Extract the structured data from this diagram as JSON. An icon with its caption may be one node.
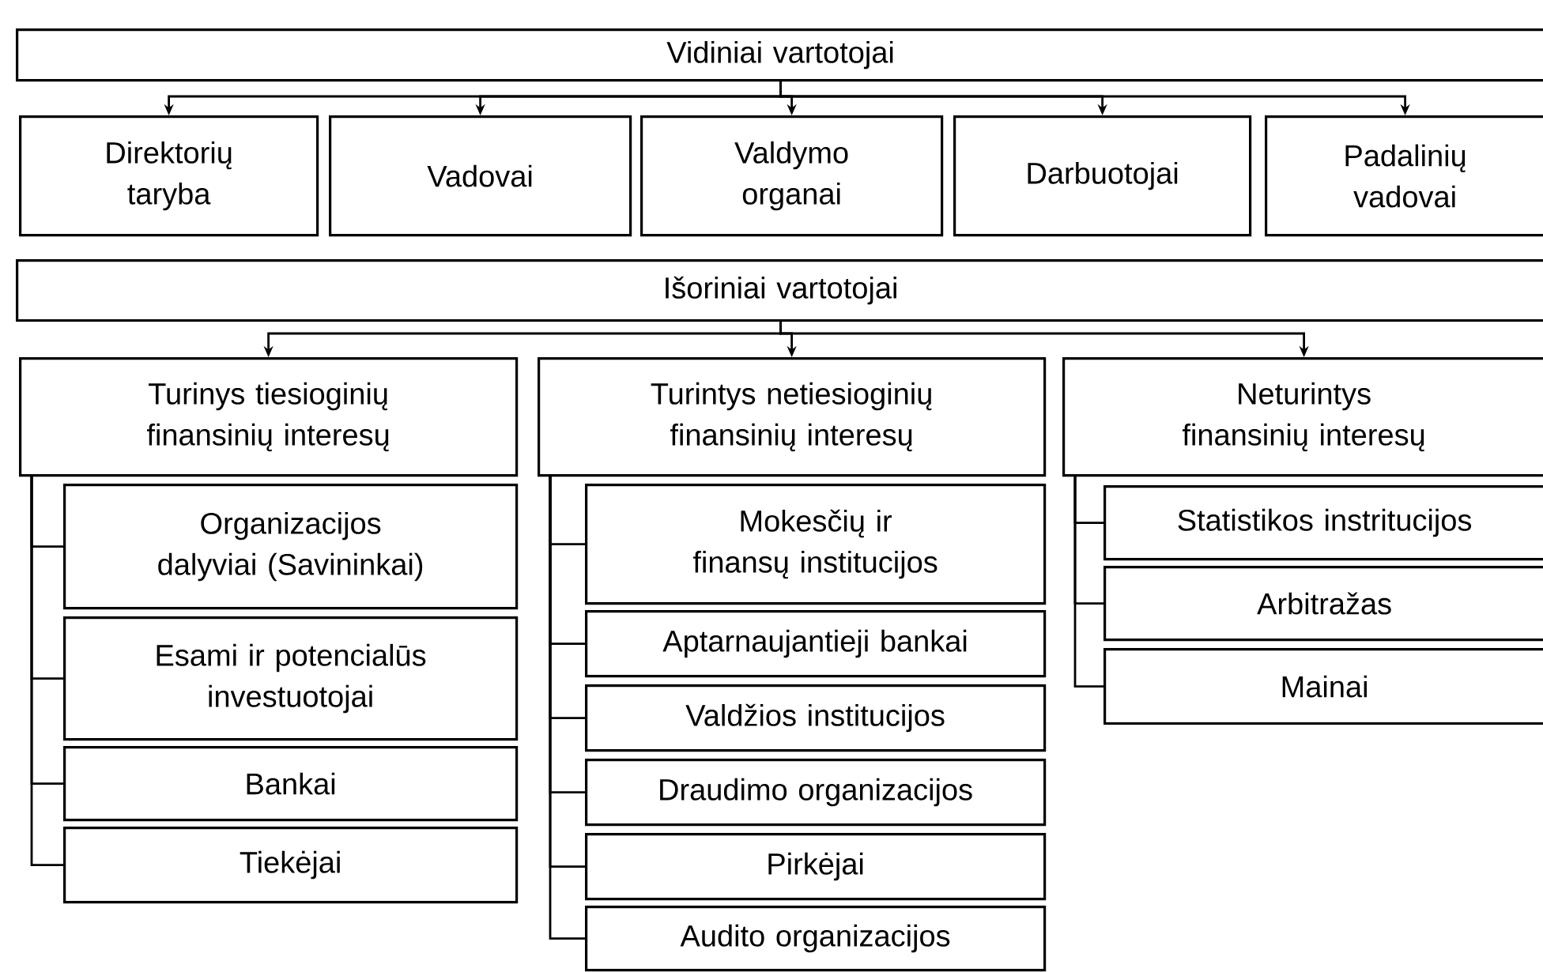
{
  "diagram": {
    "nodes": [
      {
        "text": [
          "Vidiniai vartotojai"
        ]
      },
      {
        "text": [
          "Direktorių taryba"
        ]
      },
      {
        "text": [
          "Vadovai"
        ]
      },
      {
        "text": [
          "Valdymo organai"
        ]
      },
      {
        "text": [
          "Darbuotojai"
        ]
      },
      {
        "text": [
          "Padalinių vadovai"
        ]
      },
      {
        "text": [
          "Išoriniai vartotojai"
        ]
      },
      {
        "text": [
          "Turinys tiesioginių finansinių interesų"
        ]
      },
      {
        "text": [
          "Turintys netiesioginių finansinių interesų"
        ]
      },
      {
        "text": [
          "Neturintys finansinių interesų"
        ]
      },
      {
        "text": [
          "Organizacijos dalyviai (Savininkai)"
        ]
      },
      {
        "text": [
          "Esami ir potencialūs investuotojai"
        ]
      },
      {
        "text": [
          "Bankai"
        ]
      },
      {
        "text": [
          "Tiekėjai"
        ]
      },
      {
        "text": [
          "Mokesčių ir finansų institucijos"
        ]
      },
      {
        "text": [
          "Aptarnaujantieji bankai"
        ]
      },
      {
        "text": [
          "Valdžios institucijos"
        ]
      },
      {
        "text": [
          "Draudimo organizacijos"
        ]
      },
      {
        "text": [
          "Pirkėjai"
        ]
      },
      {
        "text": [
          "Audito organizacijos"
        ]
      },
      {
        "text": [
          "Statistikos instritucijos"
        ]
      },
      {
        "text": [
          "Arbitražas"
        ]
      },
      {
        "text": [
          "Mainai"
        ]
      }
    ],
    "edges": [
      {
        "from": 0,
        "to": 1,
        "arrow": "to"
      },
      {
        "from": 0,
        "to": 2,
        "arrow": "to"
      },
      {
        "from": 0,
        "to": 3,
        "arrow": "to"
      },
      {
        "from": 0,
        "to": 4,
        "arrow": "to"
      },
      {
        "from": 0,
        "to": 5,
        "arrow": "to"
      },
      {
        "from": 6,
        "to": 7,
        "arrow": "to"
      },
      {
        "from": 6,
        "to": 8,
        "arrow": "to"
      },
      {
        "from": 6,
        "to": 9,
        "arrow": "to"
      },
      {
        "from": 7,
        "to": 10,
        "arrow": "none"
      },
      {
        "from": 7,
        "to": 11,
        "arrow": "none"
      },
      {
        "from": 7,
        "to": 12,
        "arrow": "none"
      },
      {
        "from": 7,
        "to": 13,
        "arrow": "none"
      },
      {
        "from": 8,
        "to": 14,
        "arrow": "none"
      },
      {
        "from": 8,
        "to": 15,
        "arrow": "none"
      },
      {
        "from": 8,
        "to": 16,
        "arrow": "none"
      },
      {
        "from": 8,
        "to": 17,
        "arrow": "none"
      },
      {
        "from": 8,
        "to": 18,
        "arrow": "none"
      },
      {
        "from": 8,
        "to": 19,
        "arrow": "none"
      },
      {
        "from": 9,
        "to": 20,
        "arrow": "none"
      },
      {
        "from": 9,
        "to": 21,
        "arrow": "none"
      },
      {
        "from": 9,
        "to": 22,
        "arrow": "none"
      }
    ]
  }
}
